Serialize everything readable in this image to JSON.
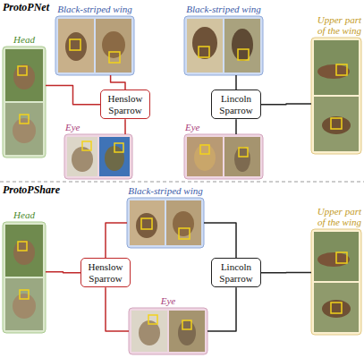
{
  "diagram": {
    "nodes": [
      {
        "text": [
          "Black-striped wing"
        ]
      },
      {
        "text": [
          "Black-striped wing"
        ]
      },
      {
        "text": [
          "Head"
        ]
      },
      {
        "text": [
          "Upper part of the wing"
        ]
      },
      {
        "text": [
          "Henslow Sparrow"
        ]
      },
      {
        "text": [
          "Lincoln Sparrow"
        ]
      },
      {
        "text": [
          "Eye"
        ]
      },
      {
        "text": [
          "Eye"
        ]
      },
      {
        "text": [
          "Black-striped wing"
        ]
      },
      {
        "text": [
          "Head"
        ]
      },
      {
        "text": [
          "Henslow Sparrow"
        ]
      },
      {
        "text": [
          "Lincoln Sparrow"
        ]
      },
      {
        "text": [
          "Upper part of the wing"
        ]
      },
      {
        "text": [
          "Eye"
        ]
      }
    ],
    "edges": [
      {
        "from": 2,
        "to": 4,
        "arrow": "none"
      },
      {
        "from": 0,
        "to": 4,
        "arrow": "none"
      },
      {
        "from": 6,
        "to": 4,
        "arrow": "none"
      },
      {
        "from": 1,
        "to": 5,
        "arrow": "none"
      },
      {
        "from": 7,
        "to": 5,
        "arrow": "none"
      },
      {
        "from": 3,
        "to": 5,
        "arrow": "none"
      },
      {
        "from": 9,
        "to": 10,
        "arrow": "none"
      },
      {
        "from": 8,
        "to": 10,
        "arrow": "none"
      },
      {
        "from": 8,
        "to": 11,
        "arrow": "none"
      },
      {
        "from": 13,
        "to": 10,
        "arrow": "none"
      },
      {
        "from": 13,
        "to": 11,
        "arrow": "none"
      },
      {
        "from": 12,
        "to": 11,
        "arrow": "none"
      }
    ],
    "labels": [
      "ProtoPNet",
      "ProtoPShare"
    ]
  }
}
